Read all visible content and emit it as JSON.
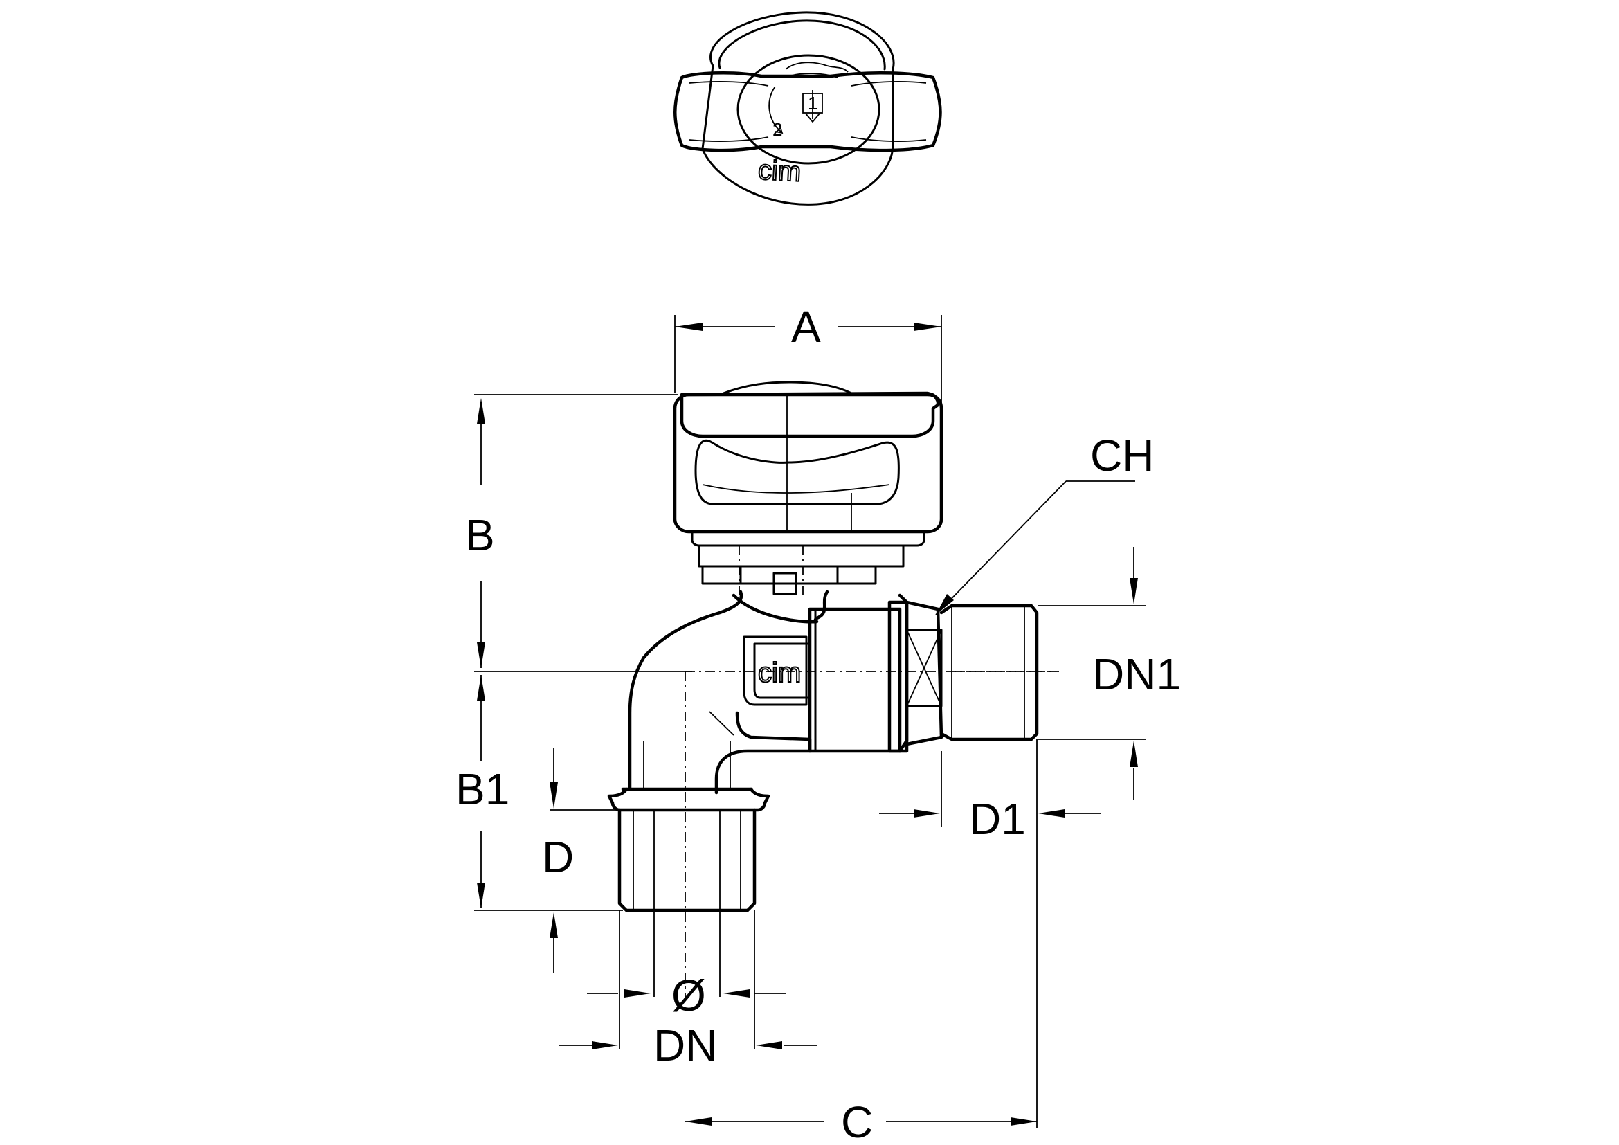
{
  "labels": {
    "A": "A",
    "B": "B",
    "B1": "B1",
    "CH": "CH",
    "DN1": "DN1",
    "D1": "D1",
    "D": "D",
    "diameter": "Ø",
    "DN": "DN",
    "C": "C"
  },
  "handle_top": {
    "brand": "cim",
    "step_1": "1",
    "step_2": "2"
  },
  "valve_body": {
    "brand": "cim"
  }
}
